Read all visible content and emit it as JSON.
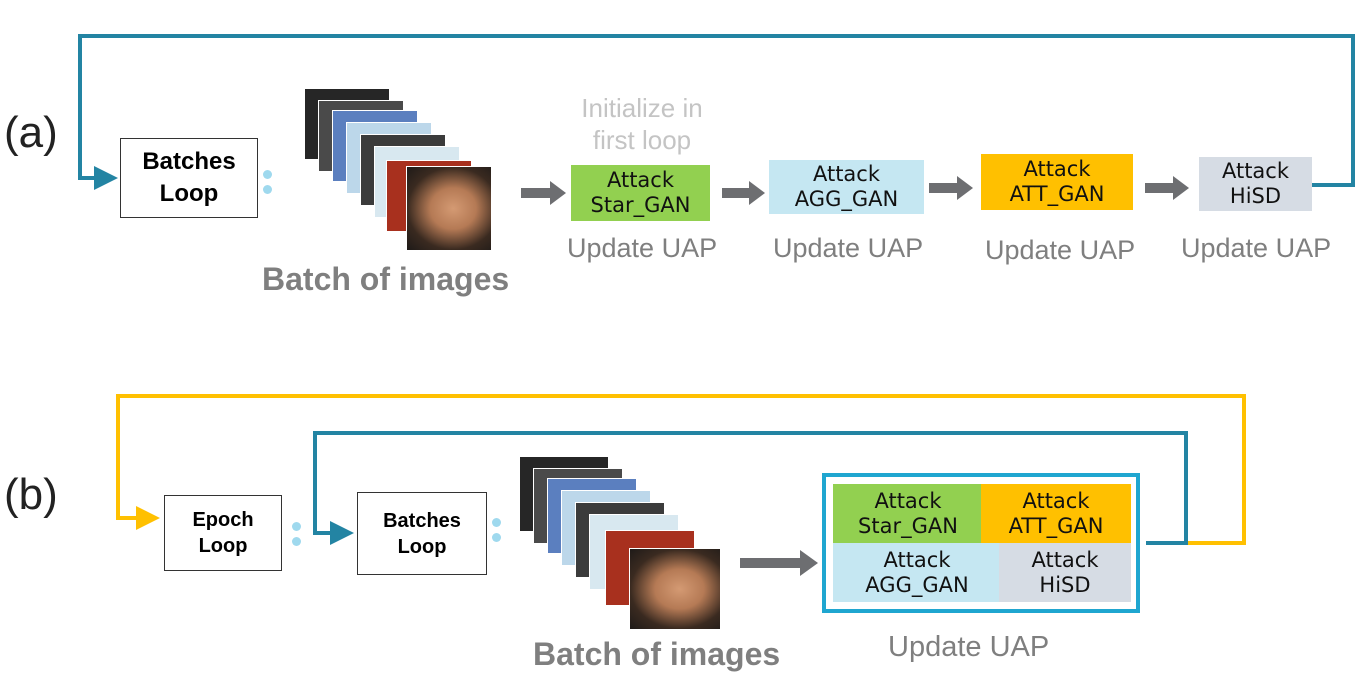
{
  "colors": {
    "loop_teal": "#2384a3",
    "loop_gold": "#ffc000",
    "arrow_gray": "#6d6e71",
    "star_gan": "#92d050",
    "agg_gan": "#c5e7f2",
    "att_gan": "#ffc000",
    "hisd": "#d6dce4",
    "panel_border": "#1fa6d0"
  },
  "icons": [
    "panel-a-loop-arrow",
    "panel-b-epoch-loop-arrow",
    "panel-b-batches-loop-arrow",
    "flow-arrow",
    "image-stack"
  ],
  "panel_a": {
    "label": "(a)",
    "batches_loop": "Batches\nLoop",
    "batch_label": "Batch of images",
    "init_note": "Initialize in\nfirst loop",
    "attacks": [
      {
        "text": "Attack\nStar_GAN",
        "update": "Update UAP"
      },
      {
        "text": "Attack\nAGG_GAN",
        "update": "Update UAP"
      },
      {
        "text": "Attack\nATT_GAN",
        "update": "Update UAP"
      },
      {
        "text": "Attack\nHiSD",
        "update": "Update UAP"
      }
    ]
  },
  "panel_b": {
    "label": "(b)",
    "epoch_loop": "Epoch\nLoop",
    "batches_loop": "Batches\nLoop",
    "batch_label": "Batch of images",
    "attacks": [
      {
        "text": "Attack\nStar_GAN"
      },
      {
        "text": "Attack\nATT_GAN"
      },
      {
        "text": "Attack\nAGG_GAN"
      },
      {
        "text": "Attack\nHiSD"
      }
    ],
    "update": "Update UAP"
  }
}
